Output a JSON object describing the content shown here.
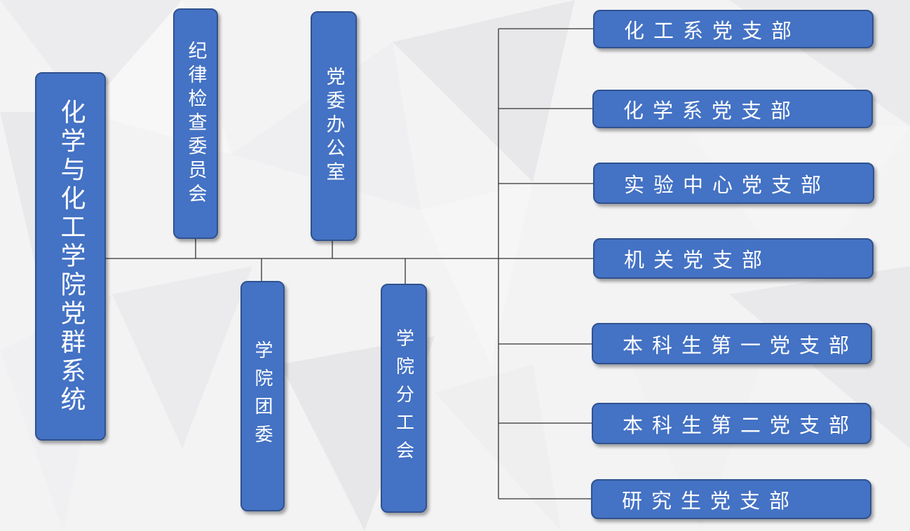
{
  "root": {
    "label": "化学与化工学院党群系统"
  },
  "upper_units": [
    {
      "label": "纪律检查委员会"
    },
    {
      "label": "党委办公室"
    }
  ],
  "lower_units": [
    {
      "label": "学院团委"
    },
    {
      "label": "学院分工会"
    }
  ],
  "branches": [
    {
      "label": "化工系党支部"
    },
    {
      "label": "化学系党支部"
    },
    {
      "label": "实验中心党支部"
    },
    {
      "label": "机关党支部"
    },
    {
      "label": "本科生第一党支部"
    },
    {
      "label": "本科生第二党支部"
    },
    {
      "label": "研究生党支部"
    }
  ],
  "colors": {
    "box_fill": "#4472c4",
    "box_border": "#2f528f",
    "text": "#ffffff",
    "connector": "#333333",
    "background": "#f3f3f4"
  }
}
